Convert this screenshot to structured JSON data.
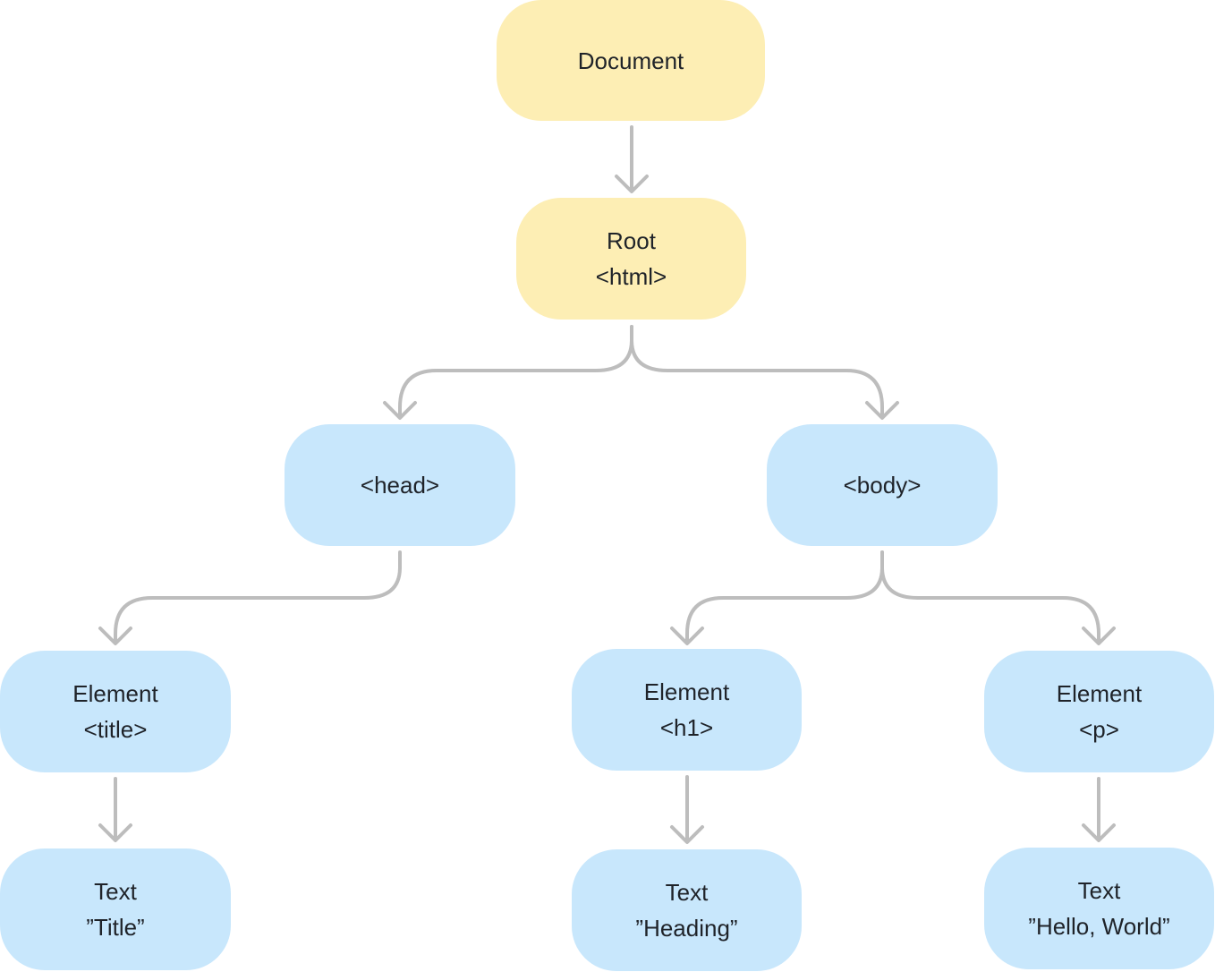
{
  "colors": {
    "root_fill": "#fdeeb4",
    "element_fill": "#c8e7fc",
    "edge": "#bdbdbd",
    "text": "#1f2329"
  },
  "nodes": {
    "document": {
      "line1": "Document"
    },
    "root": {
      "line1": "Root",
      "line2": "<html>"
    },
    "head": {
      "line1": "<head>"
    },
    "body": {
      "line1": "<body>"
    },
    "title_element": {
      "line1": "Element",
      "line2": "<title>"
    },
    "h1_element": {
      "line1": "Element",
      "line2": "<h1>"
    },
    "p_element": {
      "line1": "Element",
      "line2": "<p>"
    },
    "title_text": {
      "line1": "Text",
      "line2": "”Title”"
    },
    "heading_text": {
      "line1": "Text",
      "line2": "”Heading”"
    },
    "hello_text": {
      "line1": "Text",
      "line2": "”Hello, World”"
    }
  },
  "edges": [
    {
      "from": "document",
      "to": "root"
    },
    {
      "from": "root",
      "to": "head"
    },
    {
      "from": "root",
      "to": "body"
    },
    {
      "from": "head",
      "to": "title_element"
    },
    {
      "from": "body",
      "to": "h1_element"
    },
    {
      "from": "body",
      "to": "p_element"
    },
    {
      "from": "title_element",
      "to": "title_text"
    },
    {
      "from": "h1_element",
      "to": "heading_text"
    },
    {
      "from": "p_element",
      "to": "hello_text"
    }
  ]
}
